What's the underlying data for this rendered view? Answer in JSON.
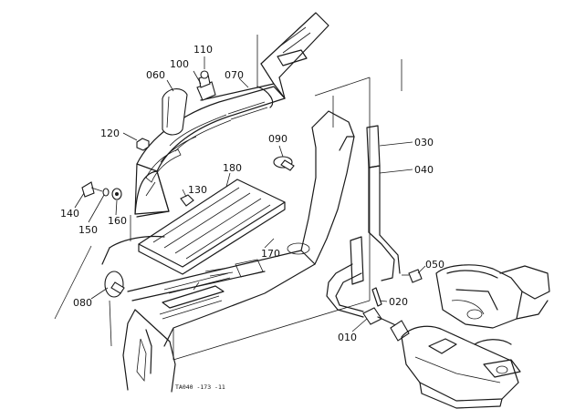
{
  "callouts": [
    {
      "id": "010",
      "label": "010"
    },
    {
      "id": "020",
      "label": "020"
    },
    {
      "id": "030",
      "label": "030"
    },
    {
      "id": "040",
      "label": "040"
    },
    {
      "id": "050",
      "label": "050"
    },
    {
      "id": "060",
      "label": "060"
    },
    {
      "id": "070",
      "label": "070"
    },
    {
      "id": "080",
      "label": "080"
    },
    {
      "id": "090",
      "label": "090"
    },
    {
      "id": "100",
      "label": "100"
    },
    {
      "id": "110",
      "label": "110"
    },
    {
      "id": "120",
      "label": "120"
    },
    {
      "id": "130",
      "label": "130"
    },
    {
      "id": "140",
      "label": "140"
    },
    {
      "id": "150",
      "label": "150"
    },
    {
      "id": "160",
      "label": "160"
    },
    {
      "id": "170",
      "label": "170"
    },
    {
      "id": "180",
      "label": "180"
    }
  ],
  "drawing_ref": "TA040 -173 -11"
}
